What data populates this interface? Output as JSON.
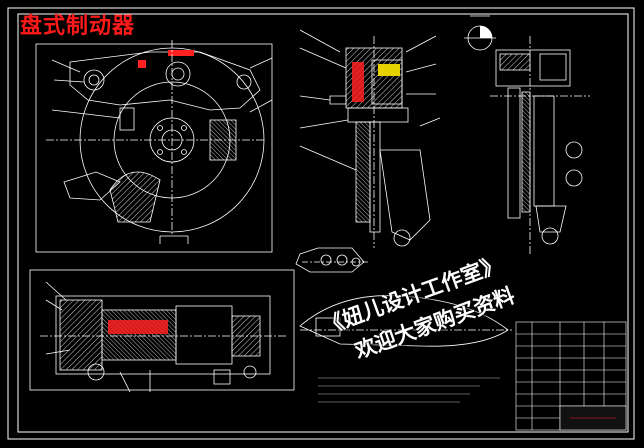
{
  "drawing": {
    "title": "盘式制动器",
    "watermark_line1": "《妞儿设计工作室》",
    "watermark_line2": "欢迎大家购买资料"
  },
  "colors": {
    "background": "#000000",
    "lines": "#ffffff",
    "hatch": "#ffffff",
    "title": "#ff1a1a",
    "red_accent": "#ff2020",
    "yellow_accent": "#e6d200",
    "cyan_accent": "#00d0ff"
  }
}
